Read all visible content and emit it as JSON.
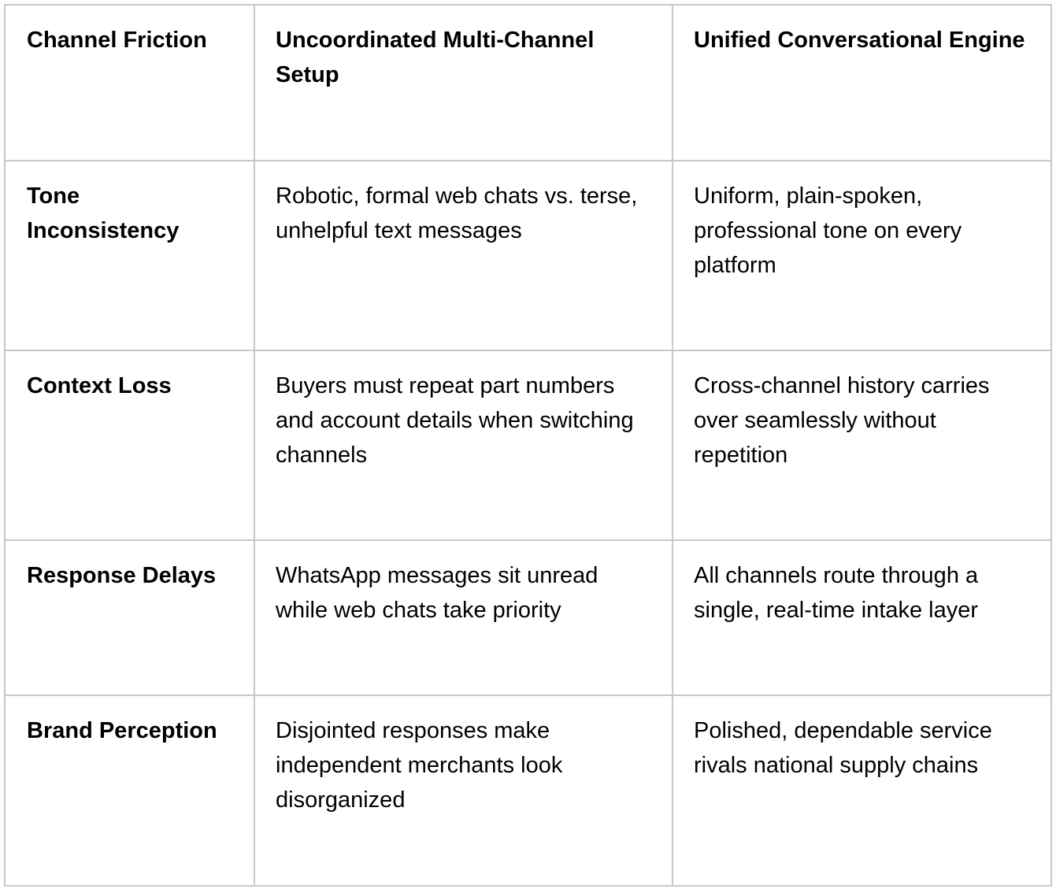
{
  "table": {
    "headers": [
      "Channel Friction",
      "Uncoordinated Multi-Channel Setup",
      "Unified Conversational Engine"
    ],
    "rows": [
      [
        "Tone Inconsistency",
        "Robotic, formal web chats vs. terse, unhelpful text messages",
        "Uniform, plain-spoken, professional tone on every platform"
      ],
      [
        "Context Loss",
        "Buyers must repeat part numbers and account details when switching channels",
        "Cross-channel history carries over seamlessly without repetition"
      ],
      [
        "Response Delays",
        "WhatsApp messages sit unread while web chats take priority",
        "All channels route through a single, real-time intake layer"
      ],
      [
        "Brand Perception",
        "Disjointed responses make independent merchants look disorganized",
        "Polished, dependable service rivals national supply chains"
      ]
    ]
  },
  "colors": {
    "border": "#c8c8c8",
    "text": "#000000",
    "background": "#ffffff"
  }
}
